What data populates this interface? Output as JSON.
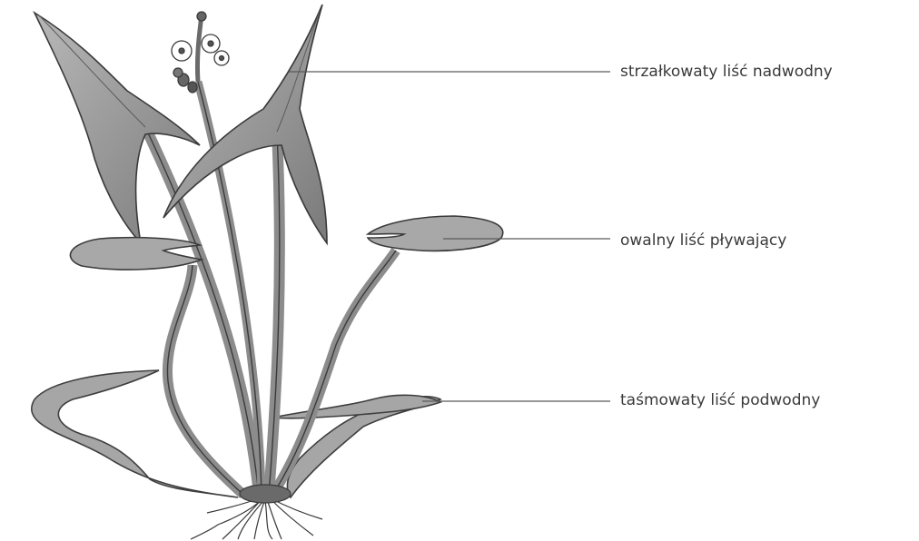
{
  "labels": {
    "emergent_leaf": "strzałkowaty liść nadwodny",
    "floating_leaf": "owalny liść pływający",
    "submerged_leaf": "taśmowaty liść podwodny"
  },
  "colors": {
    "leaf": "#9a9a9a",
    "leaf_dark": "#4a4a4a",
    "leader_line": "#5a5a5a",
    "flower": "#ffffff"
  }
}
